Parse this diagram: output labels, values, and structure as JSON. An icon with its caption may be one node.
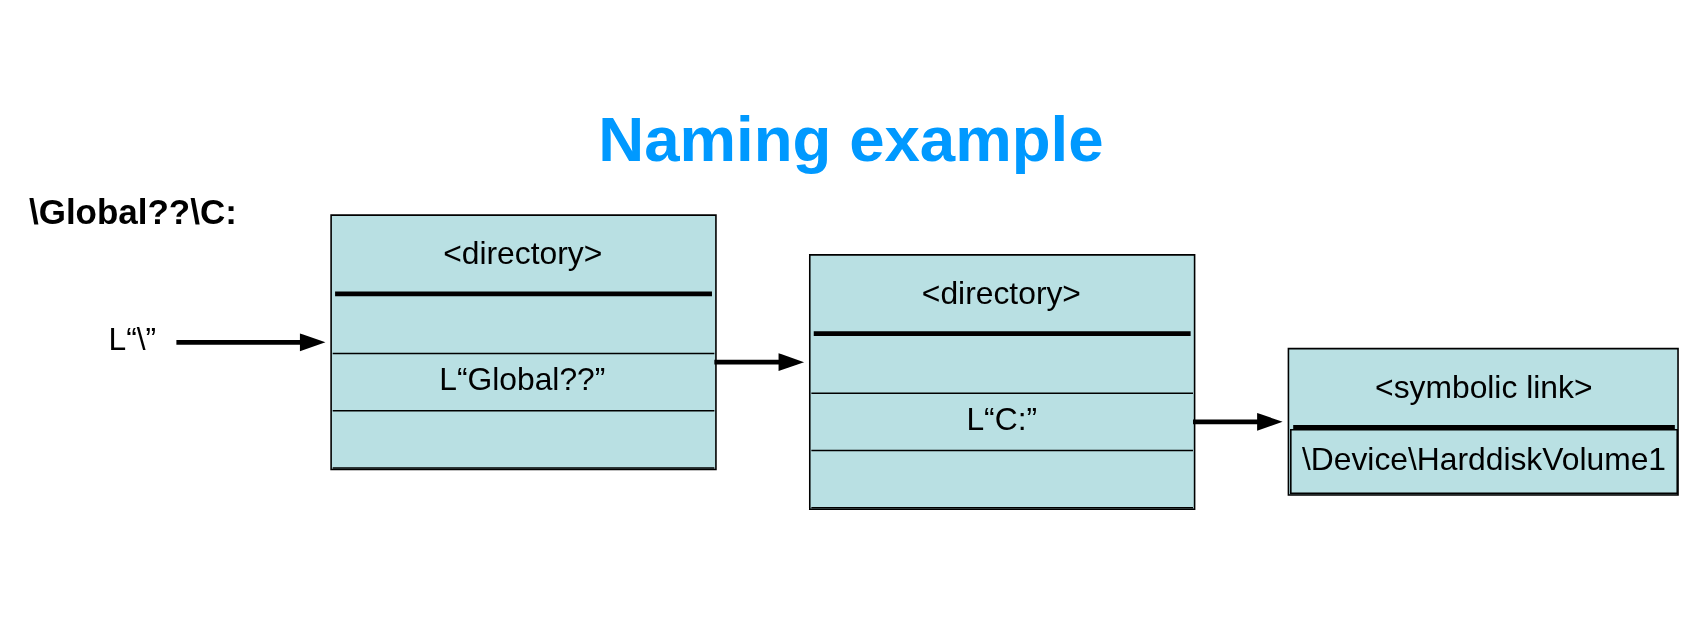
{
  "diagram": {
    "title": "Naming example",
    "nodes": [
      {
        "text": [
          "L“\\”"
        ]
      },
      {
        "text": [
          "<directory>",
          "L“Global??”"
        ]
      },
      {
        "text": [
          "<directory>",
          "L“C:”"
        ]
      },
      {
        "text": [
          "<symbolic link>",
          "\\Device\\HarddiskVolume1"
        ]
      }
    ],
    "edges": [
      {
        "from": 0,
        "to": 1,
        "arrow": "to"
      },
      {
        "from": 1,
        "to": 2,
        "arrow": "to"
      },
      {
        "from": 2,
        "to": 3,
        "arrow": "to"
      }
    ],
    "labels": [
      "\\Global??\\C:"
    ]
  }
}
